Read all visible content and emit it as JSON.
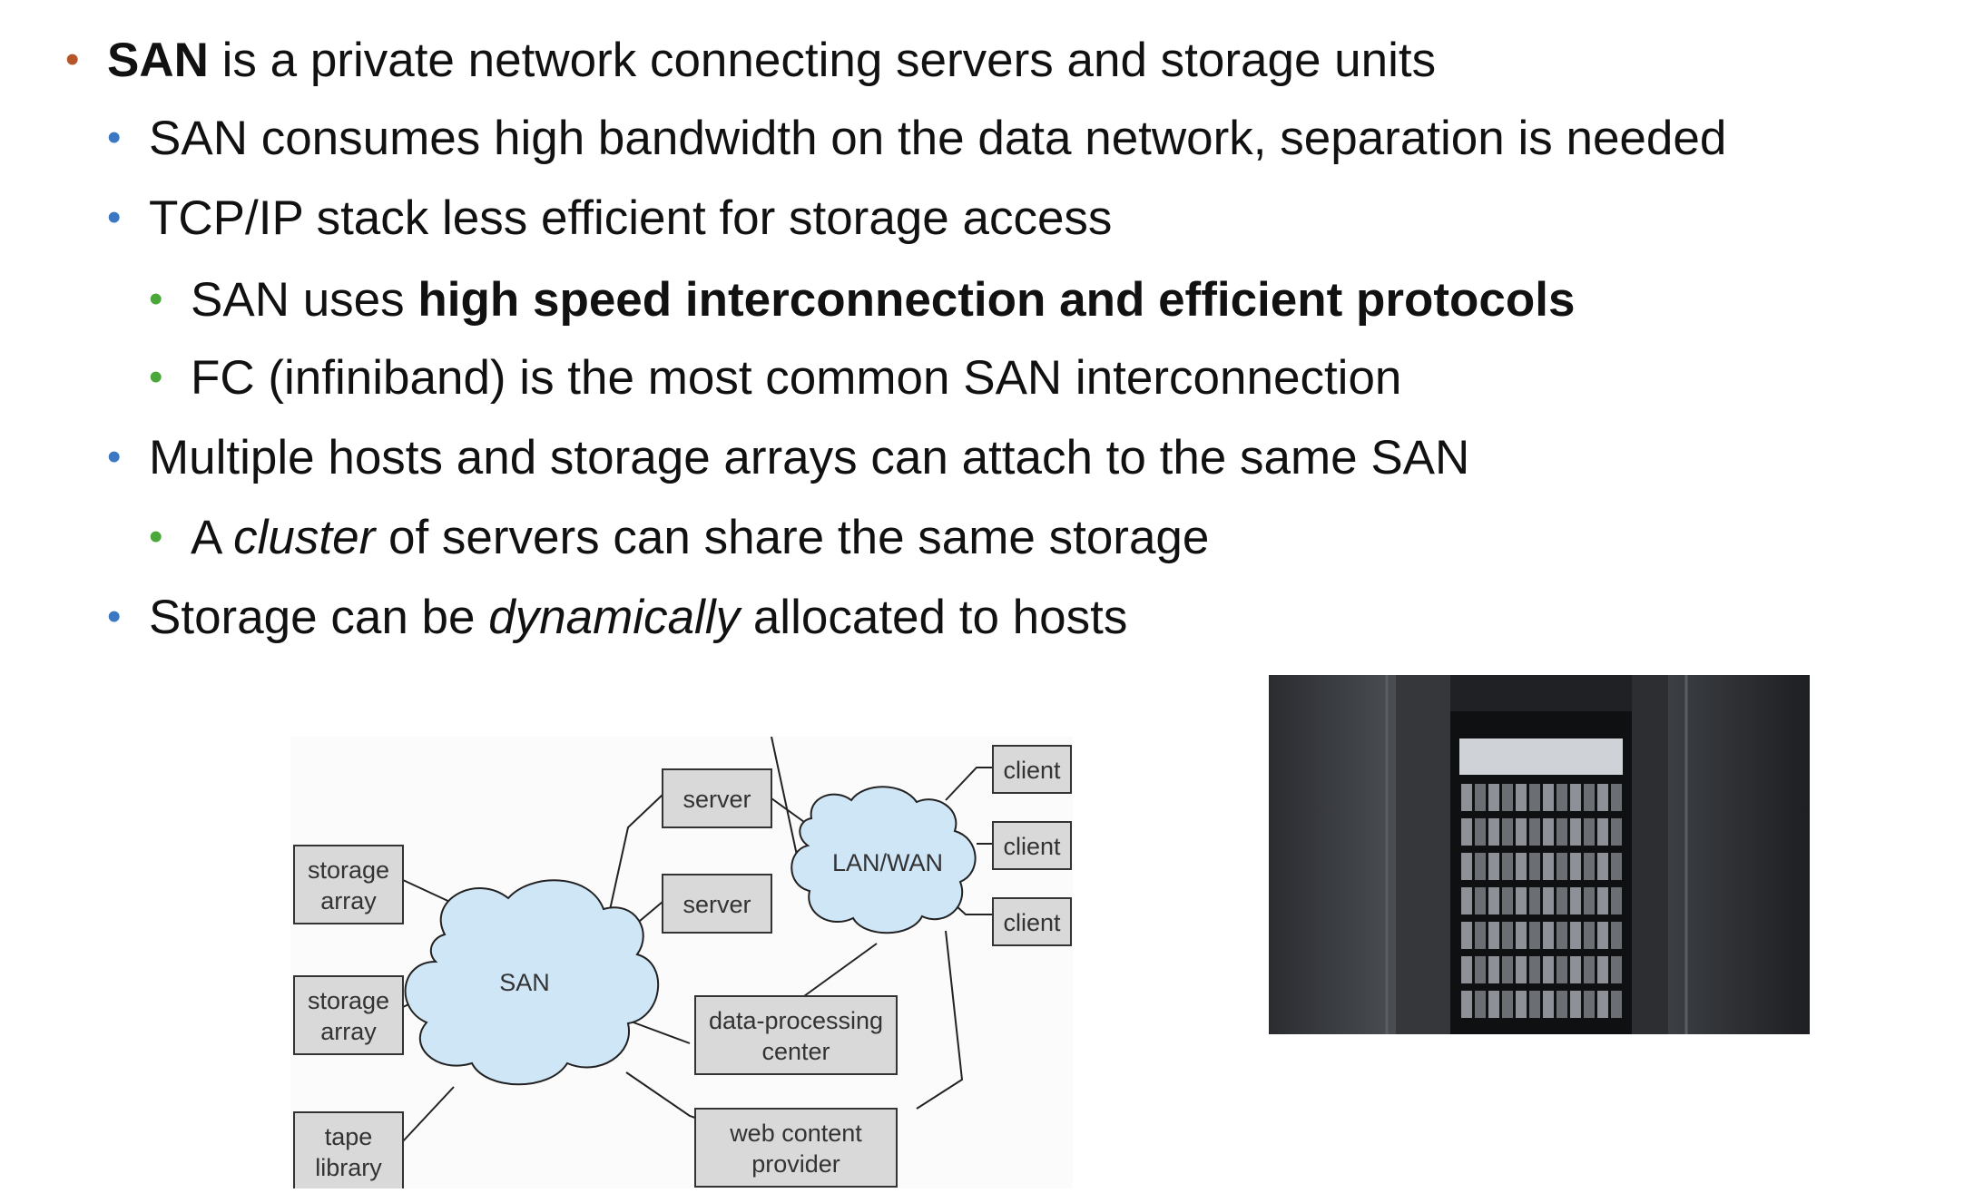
{
  "bullets": [
    {
      "level": 0,
      "parts": [
        {
          "text": "SAN",
          "style": "bold"
        },
        {
          "text": " is a private network connecting servers and storage units",
          "style": "normal"
        }
      ]
    },
    {
      "level": 1,
      "parts": [
        {
          "text": "SAN consumes high bandwidth on the data network, separation is needed",
          "style": "normal"
        }
      ]
    },
    {
      "level": 1,
      "parts": [
        {
          "text": "TCP/IP stack less efficient for storage access",
          "style": "normal"
        }
      ]
    },
    {
      "level": 2,
      "parts": [
        {
          "text": "SAN uses ",
          "style": "normal"
        },
        {
          "text": "high speed interconnection and efficient protocols",
          "style": "bold"
        }
      ]
    },
    {
      "level": 2,
      "parts": [
        {
          "text": "FC (infiniband) is the most common SAN interconnection",
          "style": "normal"
        }
      ]
    },
    {
      "level": 1,
      "parts": [
        {
          "text": "Multiple hosts and storage arrays can attach to the same SAN",
          "style": "normal"
        }
      ]
    },
    {
      "level": 2,
      "parts": [
        {
          "text": "A ",
          "style": "normal"
        },
        {
          "text": "cluster",
          "style": "italic"
        },
        {
          "text": " of servers can share the same storage",
          "style": "normal"
        }
      ]
    },
    {
      "level": 1,
      "parts": [
        {
          "text": "Storage can be ",
          "style": "normal"
        },
        {
          "text": "dynamically",
          "style": "italic"
        },
        {
          "text": " allocated to hosts",
          "style": "normal"
        }
      ]
    }
  ],
  "diagram": {
    "san_label": "SAN",
    "lanwan_label": "LAN/WAN",
    "storage_array_1": [
      "storage",
      "array"
    ],
    "storage_array_2": [
      "storage",
      "array"
    ],
    "tape_library": [
      "tape",
      "library"
    ],
    "server_1": "server",
    "server_2": "server",
    "data_processing_center": [
      "data-processing",
      "center"
    ],
    "web_content_provider": [
      "web content",
      "provider"
    ],
    "client_1": "client",
    "client_2": "client",
    "client_3": "client"
  },
  "colors": {
    "bullet_level0": "#b5562a",
    "bullet_level1": "#3b78c4",
    "bullet_level2": "#4aa83a",
    "cloud_fill": "#cfe6f7"
  },
  "photo": {
    "icon": "server-rack-photo"
  }
}
